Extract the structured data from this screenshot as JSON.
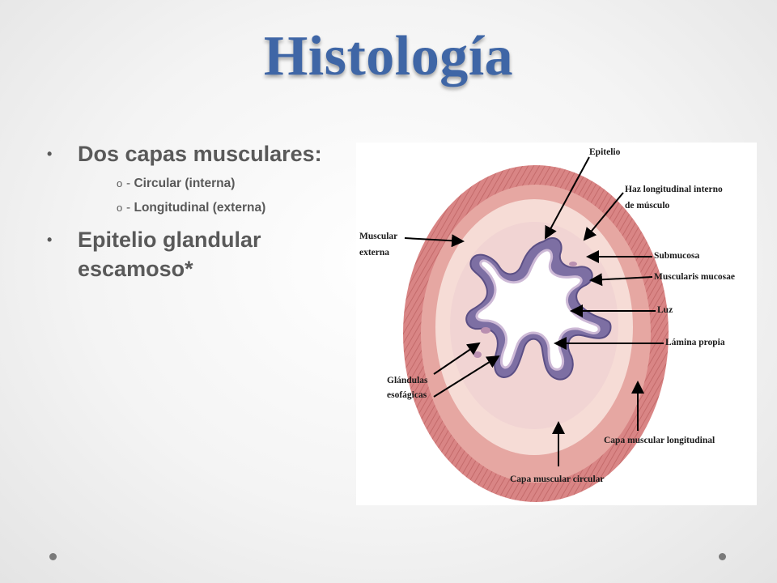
{
  "slide": {
    "title": "Histología",
    "bullets": [
      {
        "text": "Dos capas musculares:",
        "sub": [
          {
            "marker": "o",
            "prefix": "-",
            "text": "Circular (interna)"
          },
          {
            "marker": "o",
            "prefix": "-",
            "text": "Longitudinal (externa)"
          }
        ]
      },
      {
        "text": "Epitelio glandular escamoso*"
      }
    ]
  },
  "diagram": {
    "labels": {
      "epitelio": "Epitelio",
      "haz_longitudinal_1": "Haz longitudinal interno",
      "haz_longitudinal_2": "de músculo",
      "submucosa": "Submucosa",
      "muscularis_mucosae": "Muscularis mucosae",
      "luz": "Luz",
      "lamina_propia": "Lámina propia",
      "glandulas_1": "Glándulas",
      "glandulas_2": "esofágicas",
      "capa_longitudinal": "Capa muscular longitudinal",
      "capa_circular": "Capa muscular circular",
      "muscular_externa_1": "Muscular",
      "muscular_externa_2": "externa"
    },
    "colors": {
      "outer_muscle": "#d98585",
      "submucosa": "#f6dcd6",
      "mucosa_band": "#7d6fa3",
      "lumen": "#ffffff"
    }
  }
}
